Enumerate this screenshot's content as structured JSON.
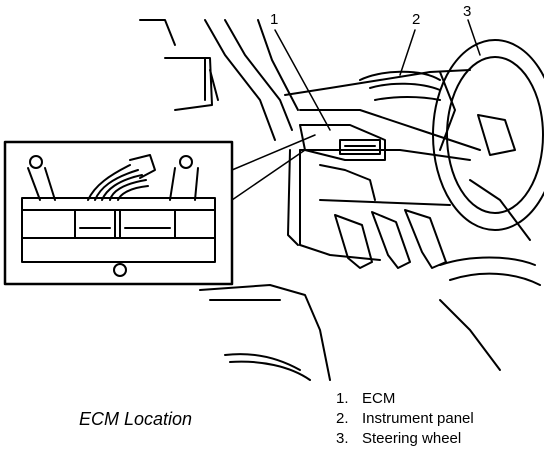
{
  "callouts": [
    "1",
    "2",
    "3"
  ],
  "caption": "ECM Location",
  "legend": [
    {
      "num": "1.",
      "label": "ECM"
    },
    {
      "num": "2.",
      "label": "Instrument panel"
    },
    {
      "num": "3.",
      "label": "Steering wheel"
    }
  ]
}
